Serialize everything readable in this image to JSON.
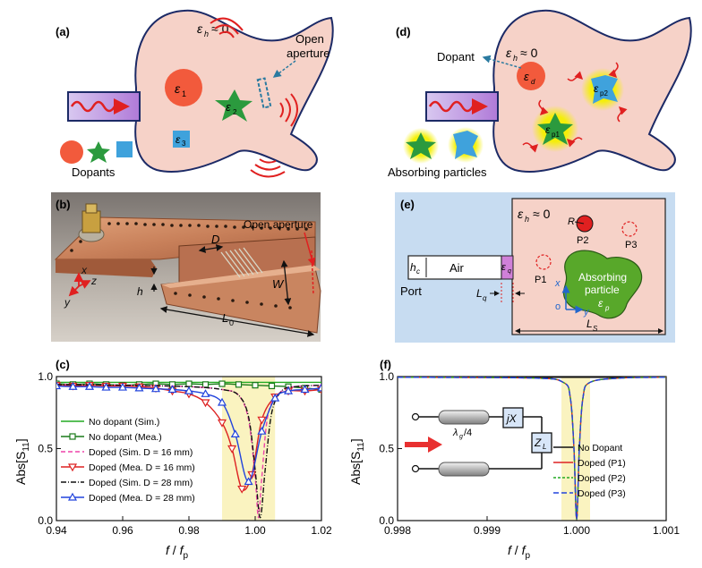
{
  "panels": {
    "a": {
      "label": "(a)",
      "eps_h": "ε",
      "eps_h_sub": "h",
      "eps_h_rhs": "≈ 0",
      "eps1": "ε",
      "eps1_sub": "1",
      "eps2": "ε",
      "eps2_sub": "2",
      "eps3": "ε",
      "eps3_sub": "3",
      "open_aperture_line1": "Open",
      "open_aperture_line2": "aperture",
      "dopants": "Dopants"
    },
    "b": {
      "label": "(b)",
      "open_aperture": "Open aperture",
      "D": "D",
      "W": "W",
      "h": "h",
      "L0": "L",
      "L0_sub": "0",
      "x": "x",
      "y": "y",
      "z": "z"
    },
    "c": {
      "label": "(c)",
      "ylabel": "Abs[S",
      "ylabel_sub": "11",
      "ylabel_end": "]",
      "xlabel_f": "f",
      "xlabel_slash": " / ",
      "xlabel_fp": "f",
      "xlabel_p": "p"
    },
    "d": {
      "label": "(d)",
      "eps_h": "ε",
      "eps_h_sub": "h",
      "eps_h_rhs": "≈ 0",
      "dopant": "Dopant",
      "eps_d": "ε",
      "eps_d_sub": "d",
      "eps_p1": "ε",
      "eps_p1_sub": "p1",
      "eps_p2": "ε",
      "eps_p2_sub": "p2",
      "absorbing": "Absorbing particles"
    },
    "e": {
      "label": "(e)",
      "eps_h": "ε",
      "eps_h_sub": "h",
      "eps_h_rhs": "≈ 0",
      "R": "R",
      "P1": "P1",
      "P2": "P2",
      "P3": "P3",
      "hc": "h",
      "hc_sub": "c",
      "air": "Air",
      "eps_q": "ε",
      "eps_q_sub": "q",
      "port": "Port",
      "Lq": "L",
      "Lq_sub": "q",
      "absorbing_line1": "Absorbing",
      "absorbing_line2": "particle",
      "eps_p": "ε",
      "eps_p_sub": "p",
      "x": "x",
      "y": "y",
      "o": "o",
      "Ls": "L",
      "Ls_sub": "S"
    },
    "f": {
      "label": "(f)",
      "ylabel": "Abs[S",
      "ylabel_sub": "11",
      "ylabel_end": "]",
      "xlabel_f": "f",
      "xlabel_slash": " / ",
      "xlabel_fp": "f",
      "xlabel_p": "p",
      "lambda": "λ",
      "lambda_sub": "g",
      "lambda_rhs": "/4",
      "jX": "jX",
      "ZL": "Z",
      "ZL_sub": "L"
    }
  },
  "chart_data": [
    {
      "type": "line",
      "panel": "c",
      "xlim": [
        0.94,
        1.02
      ],
      "ylim": [
        0,
        1.0
      ],
      "xticks": [
        "0.94",
        "0.96",
        "0.98",
        "1.00",
        "1.02"
      ],
      "yticks": [
        "0.0",
        "0.5",
        "1.0"
      ],
      "xtick_values": [
        0.94,
        0.96,
        0.98,
        1.0,
        1.02
      ],
      "ytick_values": [
        0,
        0.5,
        1.0
      ],
      "highlight_band": [
        0.99,
        1.006
      ],
      "series": [
        {
          "name": "No dopant (Sim.)",
          "color": "#22aa22",
          "dash": "",
          "marker": "",
          "x": [
            0.94,
            0.96,
            0.98,
            1.0,
            1.02
          ],
          "y": [
            0.96,
            0.96,
            0.96,
            0.96,
            0.96
          ]
        },
        {
          "name": "No dopant (Mea.)",
          "color": "#1a7a1a",
          "dash": "",
          "marker": "square",
          "x": [
            0.94,
            0.945,
            0.95,
            0.955,
            0.96,
            0.965,
            0.97,
            0.975,
            0.98,
            0.985,
            0.99,
            0.995,
            1.0,
            1.005,
            1.01,
            1.015,
            1.02
          ],
          "y": [
            0.95,
            0.945,
            0.95,
            0.945,
            0.94,
            0.945,
            0.95,
            0.945,
            0.95,
            0.945,
            0.95,
            0.945,
            0.94,
            0.935,
            0.93,
            0.92,
            0.91
          ]
        },
        {
          "name": "Doped (Sim. D = 16 mm)",
          "color": "#ee44aa",
          "dash": "5,3",
          "marker": "",
          "x": [
            0.94,
            0.96,
            0.98,
            0.99,
            0.995,
            0.998,
            1.0,
            1.001,
            1.002,
            1.004,
            1.008,
            1.012,
            1.02
          ],
          "y": [
            0.945,
            0.94,
            0.93,
            0.91,
            0.87,
            0.7,
            0.3,
            0.02,
            0.3,
            0.75,
            0.9,
            0.93,
            0.94
          ]
        },
        {
          "name": "Doped (Mea. D = 16 mm)",
          "color": "#dd2222",
          "dash": "",
          "marker": "triangle-down",
          "x": [
            0.94,
            0.945,
            0.95,
            0.955,
            0.96,
            0.965,
            0.97,
            0.975,
            0.98,
            0.985,
            0.99,
            0.993,
            0.996,
            0.999,
            1.002,
            1.006,
            1.01,
            1.015,
            1.02
          ],
          "y": [
            0.94,
            0.935,
            0.94,
            0.935,
            0.935,
            0.93,
            0.92,
            0.9,
            0.88,
            0.82,
            0.68,
            0.5,
            0.22,
            0.32,
            0.7,
            0.86,
            0.9,
            0.9,
            0.91
          ]
        },
        {
          "name": "Doped (Sim. D = 28 mm)",
          "color": "#111111",
          "dash": "6,2,1,2",
          "marker": "",
          "x": [
            0.94,
            0.96,
            0.98,
            0.99,
            0.995,
            0.998,
            1.0,
            1.0015,
            1.003,
            1.005,
            1.008,
            1.012,
            1.02
          ],
          "y": [
            0.945,
            0.94,
            0.93,
            0.91,
            0.87,
            0.72,
            0.35,
            0.02,
            0.35,
            0.75,
            0.9,
            0.93,
            0.94
          ]
        },
        {
          "name": "Doped (Mea. D = 28 mm)",
          "color": "#2244dd",
          "dash": "",
          "marker": "triangle-up",
          "x": [
            0.94,
            0.945,
            0.95,
            0.955,
            0.96,
            0.965,
            0.97,
            0.975,
            0.98,
            0.985,
            0.99,
            0.994,
            0.998,
            1.002,
            1.006,
            1.01,
            1.015,
            1.02
          ],
          "y": [
            0.935,
            0.93,
            0.93,
            0.925,
            0.925,
            0.92,
            0.915,
            0.91,
            0.9,
            0.88,
            0.82,
            0.6,
            0.27,
            0.62,
            0.85,
            0.9,
            0.91,
            0.92
          ]
        }
      ]
    },
    {
      "type": "line",
      "panel": "f",
      "xlim": [
        0.998,
        1.001
      ],
      "ylim": [
        0,
        1.0
      ],
      "xticks": [
        "0.998",
        "0.999",
        "1.000",
        "1.001"
      ],
      "yticks": [
        "0.0",
        "0.5",
        "1.0"
      ],
      "xtick_values": [
        0.998,
        0.999,
        1.0,
        1.001
      ],
      "ytick_values": [
        0,
        0.5,
        1.0
      ],
      "highlight_band": [
        0.99983,
        1.00015
      ],
      "series": [
        {
          "name": "No Dopant",
          "color": "#111111",
          "dash": "",
          "marker": "",
          "x": [
            0.998,
            0.999,
            1.0,
            1.001
          ],
          "y": [
            0.995,
            0.995,
            0.995,
            0.995
          ]
        },
        {
          "name": "Doped (P1)",
          "color": "#dd2222",
          "dash": "",
          "marker": "",
          "x": [
            0.998,
            0.9995,
            0.99985,
            0.99993,
            0.99997,
            1.0,
            1.00003,
            1.00007,
            1.00015,
            1.0005,
            1.001
          ],
          "y": [
            0.995,
            0.99,
            0.96,
            0.85,
            0.5,
            0.01,
            0.5,
            0.85,
            0.96,
            0.99,
            0.995
          ]
        },
        {
          "name": "Doped (P2)",
          "color": "#22aa22",
          "dash": "3,2",
          "marker": "",
          "x": [
            0.998,
            0.9995,
            0.99985,
            0.99993,
            0.99997,
            1.0,
            1.00003,
            1.00007,
            1.00015,
            1.0005,
            1.001
          ],
          "y": [
            0.995,
            0.99,
            0.96,
            0.85,
            0.5,
            0.01,
            0.5,
            0.85,
            0.96,
            0.99,
            0.995
          ]
        },
        {
          "name": "Doped (P3)",
          "color": "#2244dd",
          "dash": "6,3",
          "marker": "",
          "x": [
            0.998,
            0.9995,
            0.99985,
            0.99993,
            0.99997,
            1.0,
            1.00003,
            1.00007,
            1.00015,
            1.0005,
            1.001
          ],
          "y": [
            0.995,
            0.99,
            0.96,
            0.85,
            0.5,
            0.01,
            0.5,
            0.85,
            0.96,
            0.99,
            0.995
          ]
        }
      ]
    }
  ]
}
